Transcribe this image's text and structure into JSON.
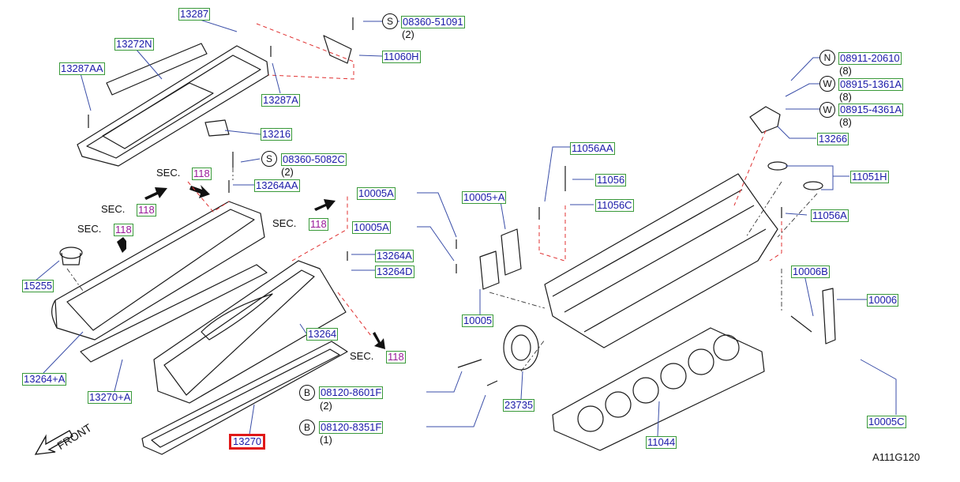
{
  "diagram": {
    "code": "A111G120",
    "front_label": "FRONT",
    "sec_label": "SEC.",
    "parts": [
      {
        "id": "13287",
        "num": "13287"
      },
      {
        "id": "13272N",
        "num": "13272N"
      },
      {
        "id": "13287AA",
        "num": "13287AA"
      },
      {
        "id": "13287A",
        "num": "13287A"
      },
      {
        "id": "08360-51091",
        "num": "08360-51091",
        "marker": "S",
        "qty": "(2)"
      },
      {
        "id": "11060H",
        "num": "11060H"
      },
      {
        "id": "13216",
        "num": "13216"
      },
      {
        "id": "08360-5082C",
        "num": "08360-5082C",
        "marker": "S",
        "qty": "(2)"
      },
      {
        "id": "13264AA",
        "num": "13264AA"
      },
      {
        "id": "10005A-1",
        "num": "10005A"
      },
      {
        "id": "10005A-2",
        "num": "10005A"
      },
      {
        "id": "10005+A",
        "num": "10005+A"
      },
      {
        "id": "10005",
        "num": "10005"
      },
      {
        "id": "13264A",
        "num": "13264A"
      },
      {
        "id": "13264D",
        "num": "13264D"
      },
      {
        "id": "13264",
        "num": "13264"
      },
      {
        "id": "15255",
        "num": "15255"
      },
      {
        "id": "13264+A",
        "num": "13264+A"
      },
      {
        "id": "13270+A",
        "num": "13270+A"
      },
      {
        "id": "13270",
        "num": "13270",
        "highlighted": true
      },
      {
        "id": "08120-8601F",
        "num": "08120-8601F",
        "marker": "B",
        "qty": "(2)"
      },
      {
        "id": "08120-8351F",
        "num": "08120-8351F",
        "marker": "B",
        "qty": "(1)"
      },
      {
        "id": "23735",
        "num": "23735"
      },
      {
        "id": "11044",
        "num": "11044"
      },
      {
        "id": "11056AA",
        "num": "11056AA"
      },
      {
        "id": "11056",
        "num": "11056"
      },
      {
        "id": "11056C",
        "num": "11056C"
      },
      {
        "id": "11056A",
        "num": "11056A"
      },
      {
        "id": "11051H",
        "num": "11051H"
      },
      {
        "id": "10006B",
        "num": "10006B"
      },
      {
        "id": "10006",
        "num": "10006"
      },
      {
        "id": "10005C",
        "num": "10005C"
      },
      {
        "id": "08911-20610",
        "num": "08911-20610",
        "marker": "N",
        "qty": "(8)"
      },
      {
        "id": "08915-1361A",
        "num": "08915-1361A",
        "marker": "W",
        "qty": "(8)"
      },
      {
        "id": "08915-4361A",
        "num": "08915-4361A",
        "marker": "W",
        "qty": "(8)"
      },
      {
        "id": "13266",
        "num": "13266"
      }
    ],
    "sections": [
      {
        "id": "sec-1",
        "num": "118"
      },
      {
        "id": "sec-2",
        "num": "118"
      },
      {
        "id": "sec-3",
        "num": "118"
      },
      {
        "id": "sec-4",
        "num": "118"
      },
      {
        "id": "sec-5",
        "num": "118"
      }
    ],
    "colors": {
      "part_text": "#1a1aa8",
      "section_text": "#9a1a9a",
      "label_border": "#3a9a3a",
      "highlight": "#e01818",
      "leader_line": "#3a4ea8",
      "dashed_line": "#e03030"
    }
  }
}
